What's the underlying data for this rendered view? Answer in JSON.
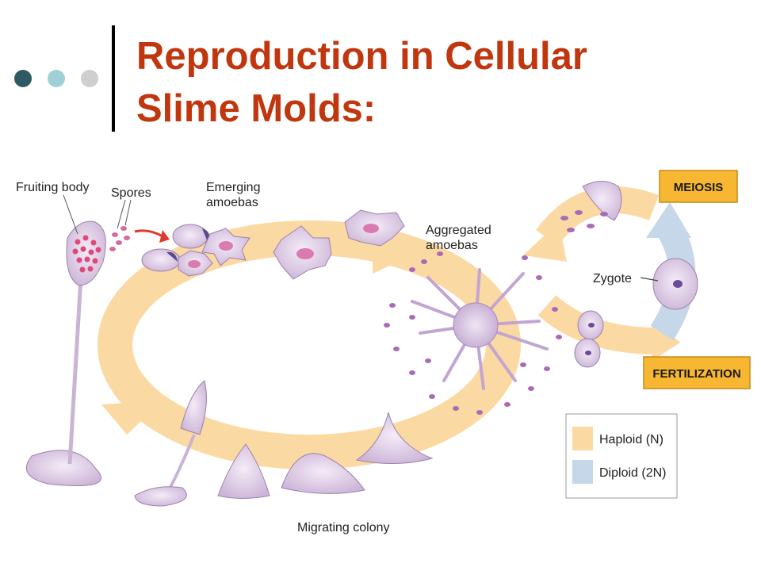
{
  "slide": {
    "title_line1": "Reproduction in Cellular",
    "title_line2": "Slime Molds:",
    "title_color": "#c0360f",
    "decor_dot_colors": [
      "#2e5b63",
      "#9fd0d6",
      "#cfcfcf"
    ]
  },
  "diagram": {
    "labels": {
      "fruiting_body": "Fruiting body",
      "spores": "Spores",
      "emerging_line1": "Emerging",
      "emerging_line2": "amoebas",
      "aggregated_line1": "Aggregated",
      "aggregated_line2": "amoebas",
      "zygote": "Zygote",
      "migrating_colony": "Migrating colony"
    },
    "stage_boxes": {
      "meiosis": "MEIOSIS",
      "fertilization": "FERTILIZATION",
      "box_color": "#f7b733"
    },
    "legend": {
      "haploid": "Haploid (N)",
      "diploid": "Diploid (2N)",
      "haploid_color": "#fbd9a2",
      "diploid_color": "#c5d7e8"
    },
    "cell_color": "#dcc9e3",
    "nucleus_color": "#c5578f"
  }
}
